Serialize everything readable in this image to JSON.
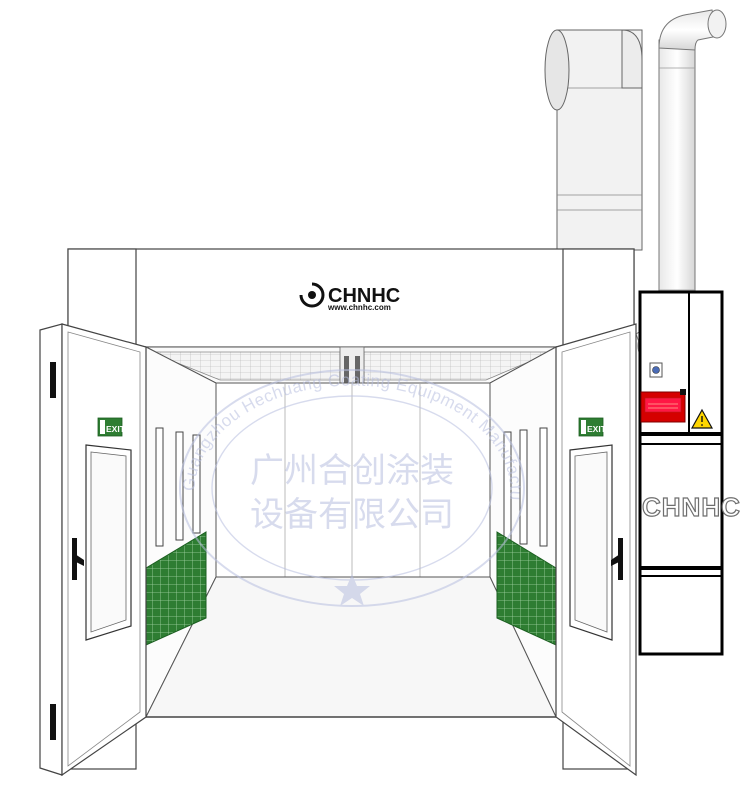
{
  "logo": {
    "brand": "CHNHC",
    "url": "www.chnhc.com"
  },
  "signs": {
    "exit_left": "EXIT",
    "exit_right": "EXIT"
  },
  "cabinet": {
    "brand": "CHNHC"
  },
  "watermark": {
    "company_cn_line1": "广州合创涂装",
    "company_cn_line2": "设备有限公司",
    "company_en_arc": "Guangzhou Hechuang Coating Equipment Manufacturing Co., LTD."
  },
  "colors": {
    "outline": "#333333",
    "panel": "#ffffff",
    "floor": "#f7f7f7",
    "filter_green": "#2e7d32",
    "filter_grid": "#a5d6a7",
    "exit_green": "#2e7d32",
    "alarm_red": "#d50000",
    "warning_yellow": "#ffd600",
    "cabinet_frame": "#000000",
    "watermark": "#b8bfe0"
  }
}
